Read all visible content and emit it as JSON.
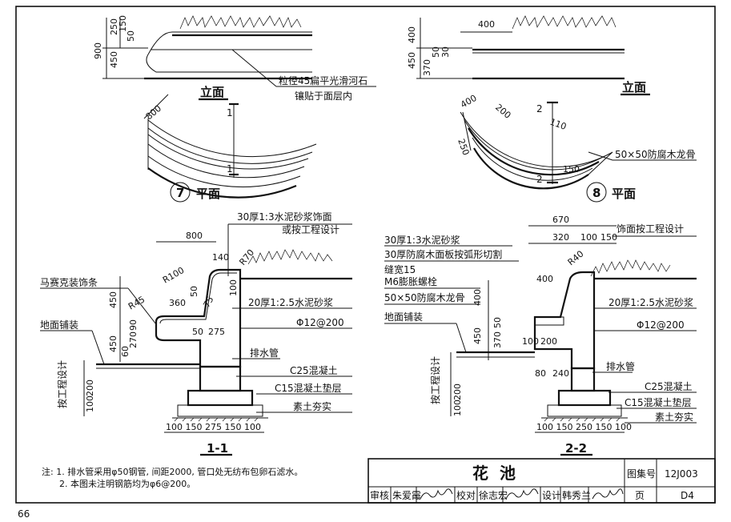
{
  "page_number": "66",
  "titleblock": {
    "title": "花池",
    "atlas_label": "图集号",
    "atlas_no": "12J003",
    "page_label": "页",
    "page_no": "D4",
    "review_label": "审核",
    "reviewer": "朱爱霞",
    "check_label": "校对",
    "checker": "徐志宏",
    "design_label": "设计",
    "designer": "韩秀兰"
  },
  "notes": {
    "line1": "注: 1. 排水管采用φ50钢管, 间距2000, 管口处无纺布包卵石滤水。",
    "line2": "2. 本图未注明钢筋均为φ6@200。"
  },
  "view7": {
    "elevation_label": "立面",
    "plan_label": "平面",
    "number": "7",
    "dim_900": "900",
    "dim_450": "450",
    "dim_250": "250",
    "dim_150": "150",
    "dim_50": "50",
    "dim_800": "800",
    "stone_note1": "粒径45扁平光滑河石",
    "stone_note2": "镶贴于面层内",
    "section_mark": "1"
  },
  "view8": {
    "elevation_label": "立面",
    "plan_label": "平面",
    "number": "8",
    "dim_400a": "400",
    "dim_400b": "400",
    "dim_450": "450",
    "dim_370": "370",
    "dim_50": "50",
    "dim_30": "30",
    "plan_400": "400",
    "plan_250": "250",
    "plan_110": "110",
    "plan_150": "150",
    "plan_200": "200",
    "keel_note": "50×50防腐木龙骨",
    "section_mark": "2"
  },
  "section1": {
    "label": "1-1",
    "finish_note1": "30厚1:3水泥砂浆饰面",
    "finish_note2": "或按工程设计",
    "mosaic_note": "马赛克装饰条",
    "floor_note": "地面铺装",
    "design_note": "按工程设计",
    "mortar_note": "20厚1:2.5水泥砂浆",
    "rebar_note": "Φ12@200",
    "drain_note": "排水管",
    "concrete_note": "C25混凝土",
    "cushion_note": "C15混凝土垫层",
    "soil_note": "素土夯实",
    "r70": "R70",
    "r100": "R100",
    "r45": "R45",
    "d800": "800",
    "d140": "140",
    "d100": "100",
    "d50": "50",
    "d75": "75",
    "d360": "360",
    "d450a": "450",
    "d450b": "450",
    "d270": "270",
    "d90": "90",
    "d60": "60",
    "d275": "275",
    "d100b": "100",
    "d200": "200",
    "bottom_dims": "100 150 275 150 100"
  },
  "section2": {
    "label": "2-2",
    "mortar30": "30厚1:3水泥砂浆",
    "wood_panel": "30厚防腐木面板按弧形切割",
    "gap": "缝宽15",
    "bolt": "M6膨胀螺栓",
    "keel": "50×50防腐木龙骨",
    "floor_note": "地面铺装",
    "design_note": "按工程设计",
    "finish_note": "饰面按工程设计",
    "mortar_note": "20厚1:2.5水泥砂浆",
    "rebar_note": "Φ12@200",
    "drain_note": "排水管",
    "concrete_note": "C25混凝土",
    "cushion_note": "C15混凝土垫层",
    "soil_note": "素土夯实",
    "d670": "670",
    "d320": "320",
    "d100": "100",
    "d150": "150",
    "r40": "R40",
    "d400a": "400",
    "d400b": "400",
    "d450": "450",
    "d370": "370",
    "d50": "50",
    "d100b": "100",
    "d200": "200",
    "d80": "80",
    "d240": "240",
    "d100c": "100",
    "d200b": "200",
    "bottom_dims": "100 150 250 150 100"
  }
}
